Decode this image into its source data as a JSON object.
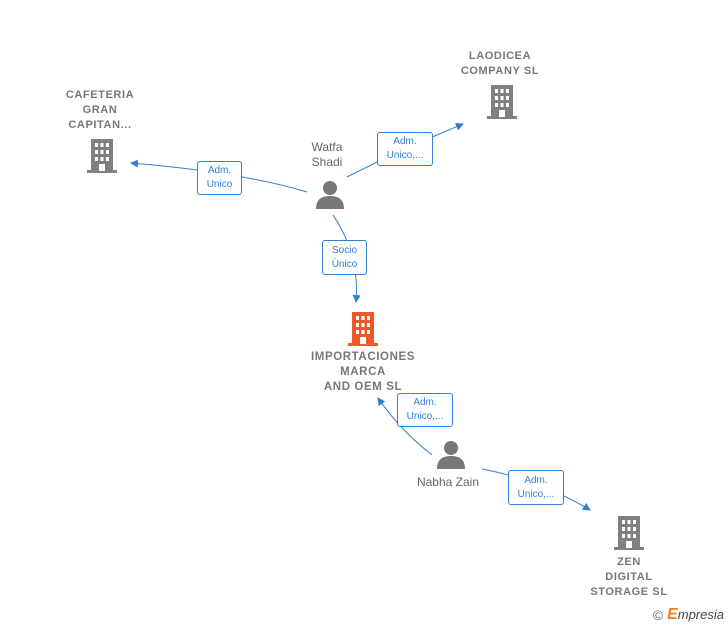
{
  "nodes": {
    "cafeteria": {
      "label": "CAFETERIA\nGRAN\nCAPITAN...",
      "color": "#808080"
    },
    "laodicea": {
      "label": "LAODICEA\nCOMPANY  SL",
      "color": "#808080"
    },
    "importaciones": {
      "label": "IMPORTACIONES\nMARCA\nAND OEM  SL",
      "color": "#f0592a"
    },
    "zen": {
      "label": "ZEN\nDIGITAL\nSTORAGE  SL",
      "color": "#808080"
    },
    "watfa": {
      "label": "Watfa\nShadi",
      "color": "#777777"
    },
    "nabha": {
      "label": "Nabha Zain",
      "color": "#777777"
    }
  },
  "relations": {
    "watfa_cafeteria": "Adm.\nUnico",
    "watfa_laodicea": "Adm.\nUnico,...",
    "watfa_importaciones": "Socio\nÚnico",
    "nabha_importaciones": "Adm.\nUnico,...",
    "nabha_zen": "Adm.\nUnico,..."
  },
  "brand": {
    "copyright": "©",
    "e": "E",
    "rest": "mpresia"
  },
  "colors": {
    "edge": "#2f7fd3"
  }
}
